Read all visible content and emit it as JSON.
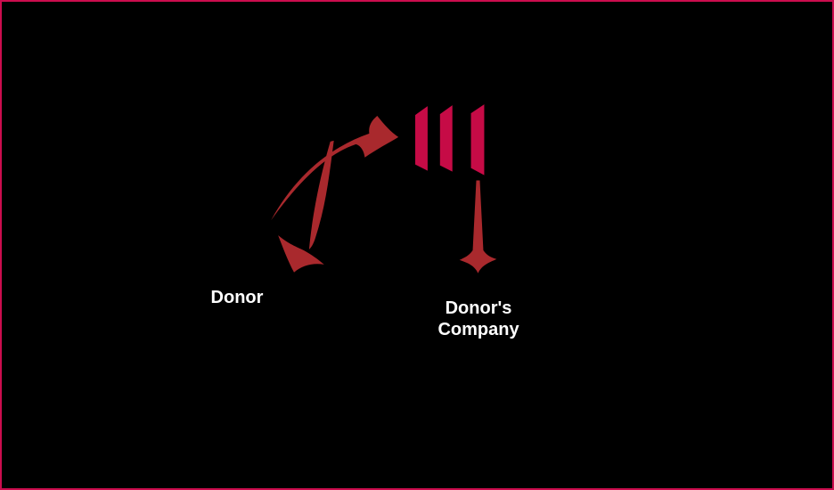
{
  "labels": {
    "donor": "Donor",
    "company_line1": "Donor's",
    "company_line2": "Company"
  },
  "logo": {
    "name": "three-bars-logo",
    "bar_count": 3
  },
  "arrows": [
    {
      "name": "donor-to-logo-arrow"
    },
    {
      "name": "logo-to-donor-arrow"
    },
    {
      "name": "logo-to-company-arrow"
    }
  ],
  "colors": {
    "background": "#000000",
    "border": "#cb0d4e",
    "logo_bar": "#c60b46",
    "arrow": "#a9292d",
    "text": "#ffffff"
  }
}
